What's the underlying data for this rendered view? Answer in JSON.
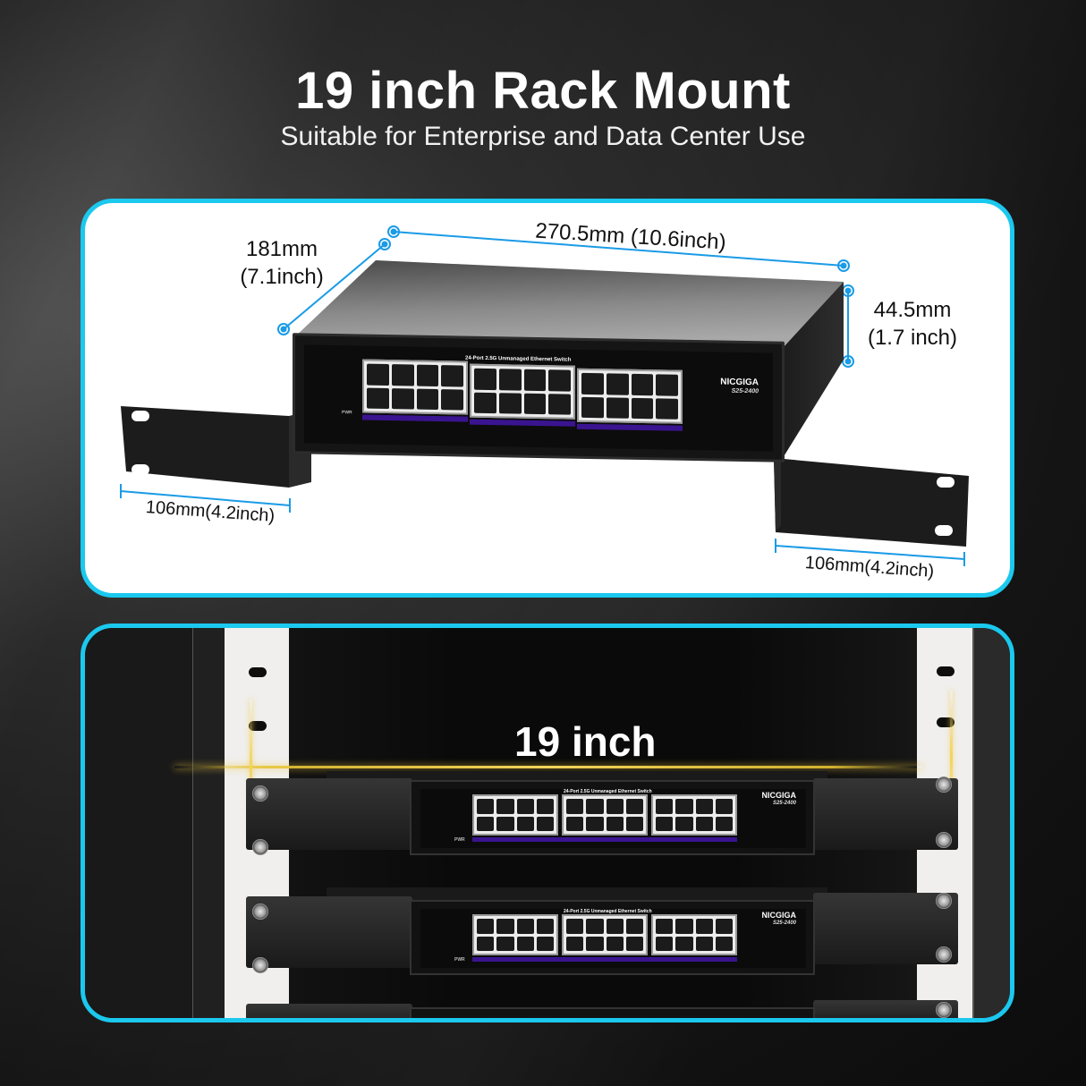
{
  "header": {
    "title": "19 inch Rack Mount",
    "subtitle": "Suitable for Enterprise and Data Center Use"
  },
  "dimensions_panel": {
    "depth": {
      "mm": "181mm",
      "inch": "(7.1inch)"
    },
    "width": {
      "label": "270.5mm (10.6inch)"
    },
    "height": {
      "mm": "44.5mm",
      "inch": "(1.7 inch)"
    },
    "bracket_left": {
      "label": "106mm(4.2inch)"
    },
    "bracket_right": {
      "label": "106mm(4.2inch)"
    },
    "accent_color": "#1bc8ee",
    "dimension_line_color": "#1a9be6"
  },
  "switch": {
    "brand": "NICGIGA",
    "model": "S25-2400",
    "caption": "24-Port 2.5G Unmanaged Ethernet Switch",
    "power_label": "PWR",
    "port_count": 24,
    "led_strip_color": "#3a1490"
  },
  "rack_panel": {
    "width_label": "19 inch",
    "highlight_color": "#f3d35a",
    "units": [
      {
        "brand": "NICGIGA",
        "model": "S25-2400",
        "caption": "24-Port 2.5G Unmanaged Ethernet Switch",
        "power_label": "PWR"
      },
      {
        "brand": "NICGIGA",
        "model": "S25-2400",
        "caption": "24-Port 2.5G Unmanaged Ethernet Switch",
        "power_label": "PWR"
      }
    ]
  }
}
